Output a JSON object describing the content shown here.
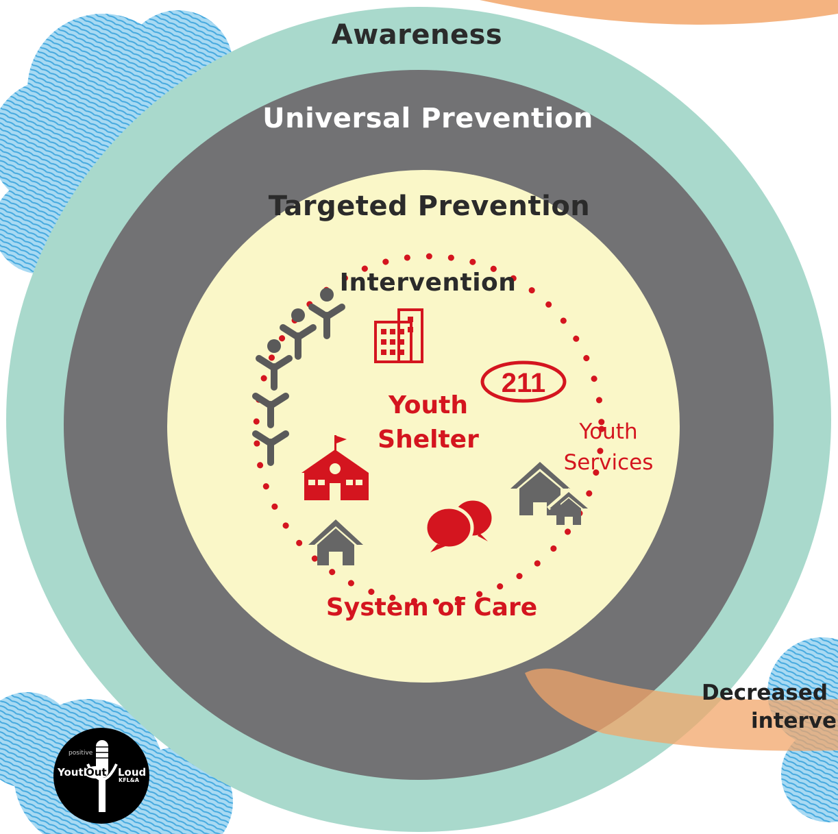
{
  "rings": {
    "awareness": "Awareness",
    "universal_prevention": "Universal Prevention",
    "targeted_prevention": "Targeted Prevention",
    "intervention": "Intervention"
  },
  "core": {
    "youth": "Youth",
    "shelter": "Shelter",
    "system_of_care": "System of Care"
  },
  "services": {
    "line1": "Youth",
    "line2": "Services",
    "helpline_badge": "211"
  },
  "edge_text": {
    "line1": "Decreased",
    "line2": "interve"
  },
  "logo": {
    "youth": "Youth",
    "out": "Out",
    "loud": "Loud",
    "org": "KFL&A",
    "word": "positive"
  },
  "colors": {
    "awareness_ring": "#a9d9cc",
    "universal_ring": "#727274",
    "inner_fill": "#faf7c8",
    "accent_red": "#d4151f",
    "icon_grey": "#666666",
    "arrow_orange": "#f2a66a",
    "cloud_blue": "#3aa8e0"
  },
  "icons": [
    "people-chain-icon",
    "office-building-icon",
    "211-badge-icon",
    "school-icon",
    "house-icon",
    "chat-bubbles-icon",
    "houses-icon",
    "cloud-scribble",
    "microphone-logo"
  ]
}
